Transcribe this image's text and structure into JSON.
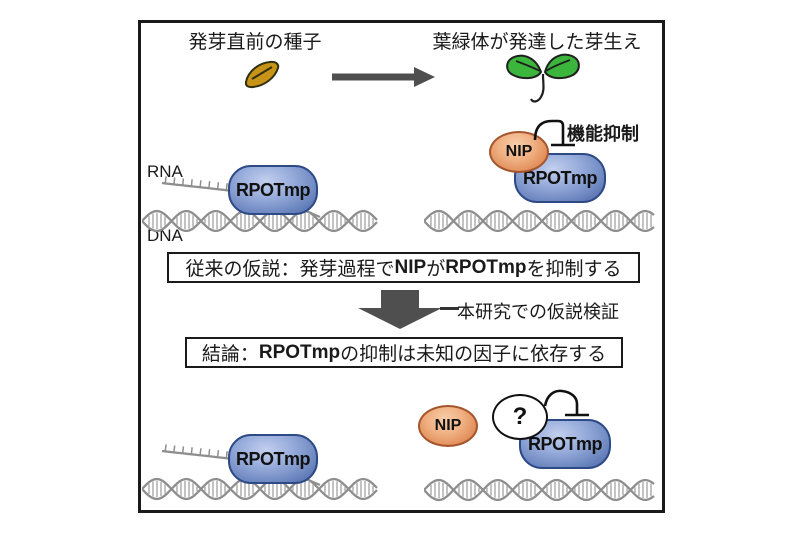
{
  "colors": {
    "frame_border": "#1a1a1a",
    "ink": "#1a1a1a",
    "nip_fill": "#e08a55",
    "nip_border": "#a5552d",
    "rpotmp_fill": "#6d87c0",
    "rpotmp_border": "#2e4a86",
    "seed_fill": "#c79418",
    "seedling_green": "#3cb53c",
    "dna_strand": "#8e8e8e",
    "dna_rung": "#b4b4b4",
    "arrow_gray": "#4f4f4f"
  },
  "stages": {
    "seed_label": "発芽直前の種子",
    "seedling_label": "葉緑体が発達した芽生え"
  },
  "labels": {
    "rna": "RNA",
    "dna": "DNA",
    "rpotmp": "RPOTmp",
    "nip": "NIP",
    "inhibition": "機能抑制",
    "unknown_factor": "?",
    "verification": "本研究での仮説検証"
  },
  "hypothesis_box": {
    "prefix": "従来の仮説：発芽過程で",
    "nip": "NIP",
    "conj": "が",
    "rpotmp": "RPOTmp",
    "suffix": "を抑制する"
  },
  "conclusion_box": {
    "prefix": "結論：",
    "rpotmp": "RPOTmp",
    "suffix": "の抑制は未知の因子に依存する"
  }
}
